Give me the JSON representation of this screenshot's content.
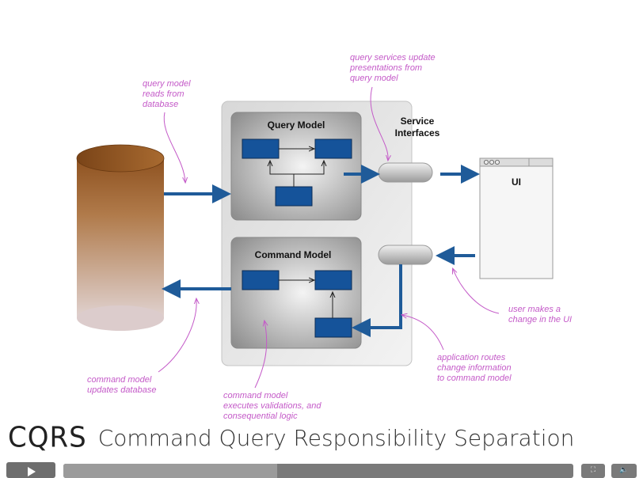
{
  "diagram": {
    "boxes": {
      "query_model": "Query Model",
      "command_model": "Command Model",
      "service_interfaces_line1": "Service",
      "service_interfaces_line2": "Interfaces",
      "ui": "UI"
    },
    "notes": {
      "query_reads": [
        "query model",
        "reads from",
        "database"
      ],
      "query_services": [
        "query services update",
        "presentations from",
        "query model"
      ],
      "user_change": [
        "user makes a",
        "change in the UI"
      ],
      "app_routes": [
        "application routes",
        "change information",
        "to command model"
      ],
      "command_updates": [
        "command model",
        "updates database"
      ],
      "command_executes": [
        "command model",
        "executes validations, and",
        "consequential logic"
      ]
    },
    "colors": {
      "arrow": "#1f5b99",
      "box_fill": "#15539a",
      "note": "#c45ac8",
      "database_top": "#9a5a22",
      "database_bottom": "#d4c0b8"
    }
  },
  "title": {
    "logo": "CQRS",
    "text": "Command Query Responsibility Separation"
  },
  "player": {
    "play_icon": "play-icon",
    "fullscreen_icon": "fullscreen-icon",
    "volume_icon": "volume-icon",
    "progress": 0.42
  }
}
